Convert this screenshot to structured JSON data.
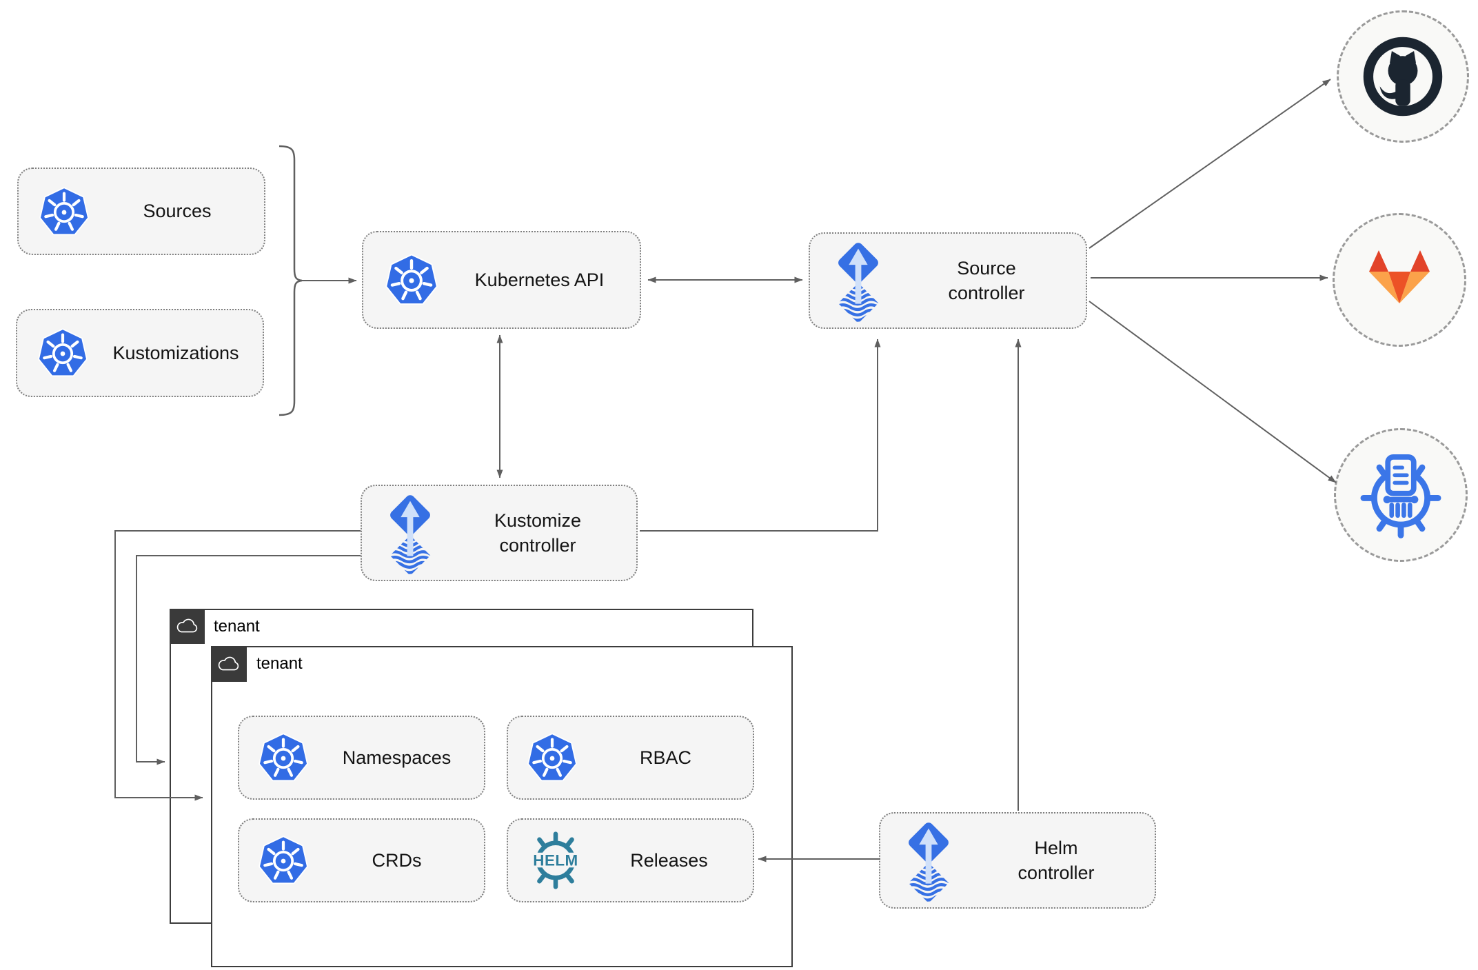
{
  "colors": {
    "kubernetes_blue": "#326CE5",
    "flux_blue": "#3670E4",
    "flux_arrow_light": "#CFE0FA",
    "helm_teal": "#2E7E9C",
    "github_dark": "#1B2530",
    "gitlab_red": "#E24329",
    "gitlab_orange": "#EC5226",
    "gitlab_amber": "#FBA24A",
    "chartmuseum_blue": "#3B76E8",
    "connector_gray": "#5F5F5F",
    "node_fill": "#F5F5F5",
    "tenant_tab_dark": "#3A3A3A"
  },
  "nodes": {
    "sources": {
      "label": "Sources",
      "icon": "kubernetes-icon"
    },
    "kustomizations": {
      "label": "Kustomizations",
      "icon": "kubernetes-icon"
    },
    "kubernetes_api": {
      "label": "Kubernetes API",
      "icon": "kubernetes-icon"
    },
    "source_controller": {
      "label": "Source controller",
      "icon": "flux-icon"
    },
    "kustomize_controller": {
      "label": "Kustomize controller",
      "icon": "flux-icon"
    },
    "helm_controller": {
      "label": "Helm controller",
      "icon": "flux-icon"
    },
    "namespaces": {
      "label": "Namespaces",
      "icon": "kubernetes-icon"
    },
    "rbac": {
      "label": "RBAC",
      "icon": "kubernetes-icon"
    },
    "crds": {
      "label": "CRDs",
      "icon": "kubernetes-icon"
    },
    "releases": {
      "label": "Releases",
      "icon": "helm-icon"
    }
  },
  "tenants": {
    "back": {
      "label": "tenant",
      "icon": "cloud-icon"
    },
    "front": {
      "label": "tenant",
      "icon": "cloud-icon"
    }
  },
  "external_systems": [
    {
      "name": "github",
      "icon": "github-icon"
    },
    {
      "name": "gitlab",
      "icon": "gitlab-icon"
    },
    {
      "name": "helm-repository",
      "icon": "helm-repository-icon"
    }
  ]
}
